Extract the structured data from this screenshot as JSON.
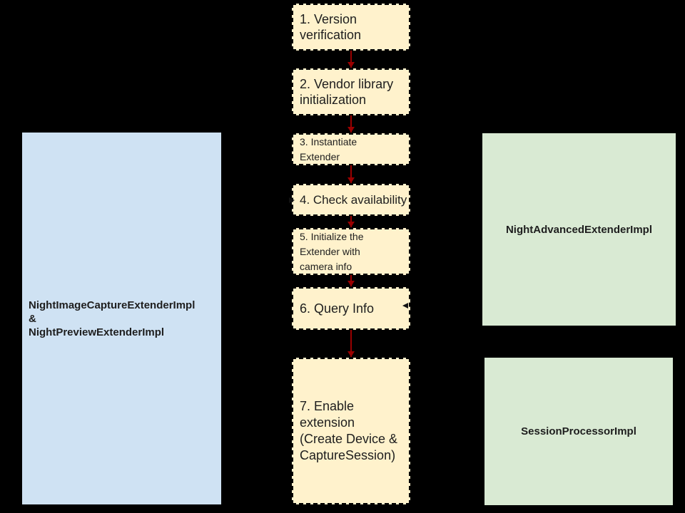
{
  "colors": {
    "background": "#000000",
    "step_fill": "#FFF2CC",
    "step_border": "#000000",
    "left_fill": "#CFE2F3",
    "right_fill": "#D9EAD3",
    "arrow": "#990000",
    "text": "#1E1E1E"
  },
  "flow": {
    "steps": [
      {
        "lines": [
          "1. Version",
          "verification"
        ]
      },
      {
        "lines": [
          "2. Vendor library",
          "initialization"
        ]
      },
      {
        "lines": [
          "3. Instantiate",
          "Extender"
        ]
      },
      {
        "lines": [
          "4. Check availability"
        ]
      },
      {
        "lines": [
          "5. Initialize the",
          "Extender with",
          "camera info"
        ]
      },
      {
        "lines": [
          "6. Query Info"
        ]
      },
      {
        "lines": [
          "7. Enable",
          "extension",
          "(Create Device &",
          "CaptureSession)"
        ]
      }
    ]
  },
  "left_panel": {
    "lines": [
      "NightImageCaptureExtenderImpl",
      "&",
      "NightPreviewExtenderImpl"
    ]
  },
  "right_panels": [
    {
      "label": "NightAdvancedExtenderImpl"
    },
    {
      "label": "SessionProcessorImpl"
    }
  ]
}
